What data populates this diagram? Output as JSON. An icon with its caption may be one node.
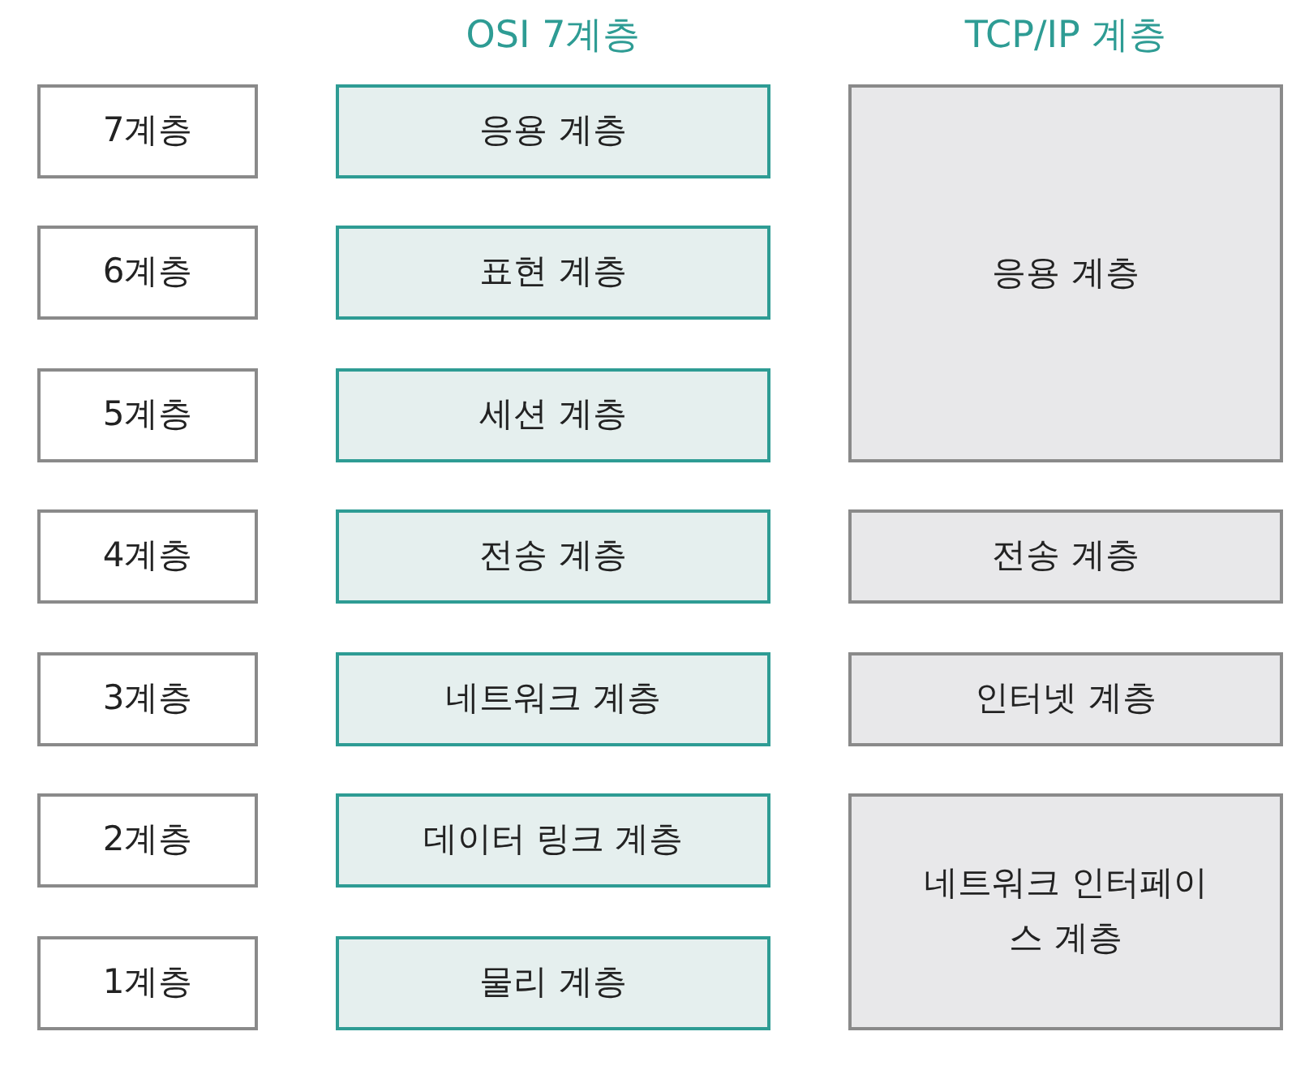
{
  "diagram": {
    "nodes": [
      {
        "text": [
          "7계층"
        ]
      },
      {
        "text": [
          "응용 계층"
        ]
      },
      {
        "text": [
          "응용 계층"
        ]
      },
      {
        "text": [
          "6계층"
        ]
      },
      {
        "text": [
          "표현 계층"
        ]
      },
      {
        "text": [
          "5계층"
        ]
      },
      {
        "text": [
          "세션 계층"
        ]
      },
      {
        "text": [
          "4계층"
        ]
      },
      {
        "text": [
          "전송 계층"
        ]
      },
      {
        "text": [
          "전송 계층"
        ]
      },
      {
        "text": [
          "3계층"
        ]
      },
      {
        "text": [
          "네트워크 계층"
        ]
      },
      {
        "text": [
          "인터넷 계층"
        ]
      },
      {
        "text": [
          "2계층"
        ]
      },
      {
        "text": [
          "데이터 링크 계층"
        ]
      },
      {
        "text": [
          "네트워크 인터페이스 계층"
        ]
      },
      {
        "text": [
          "1계층"
        ]
      },
      {
        "text": [
          "물리 계층"
        ]
      }
    ],
    "edges": [],
    "labels": [
      "OSI 7계층",
      "TCP/IP 계층"
    ]
  }
}
